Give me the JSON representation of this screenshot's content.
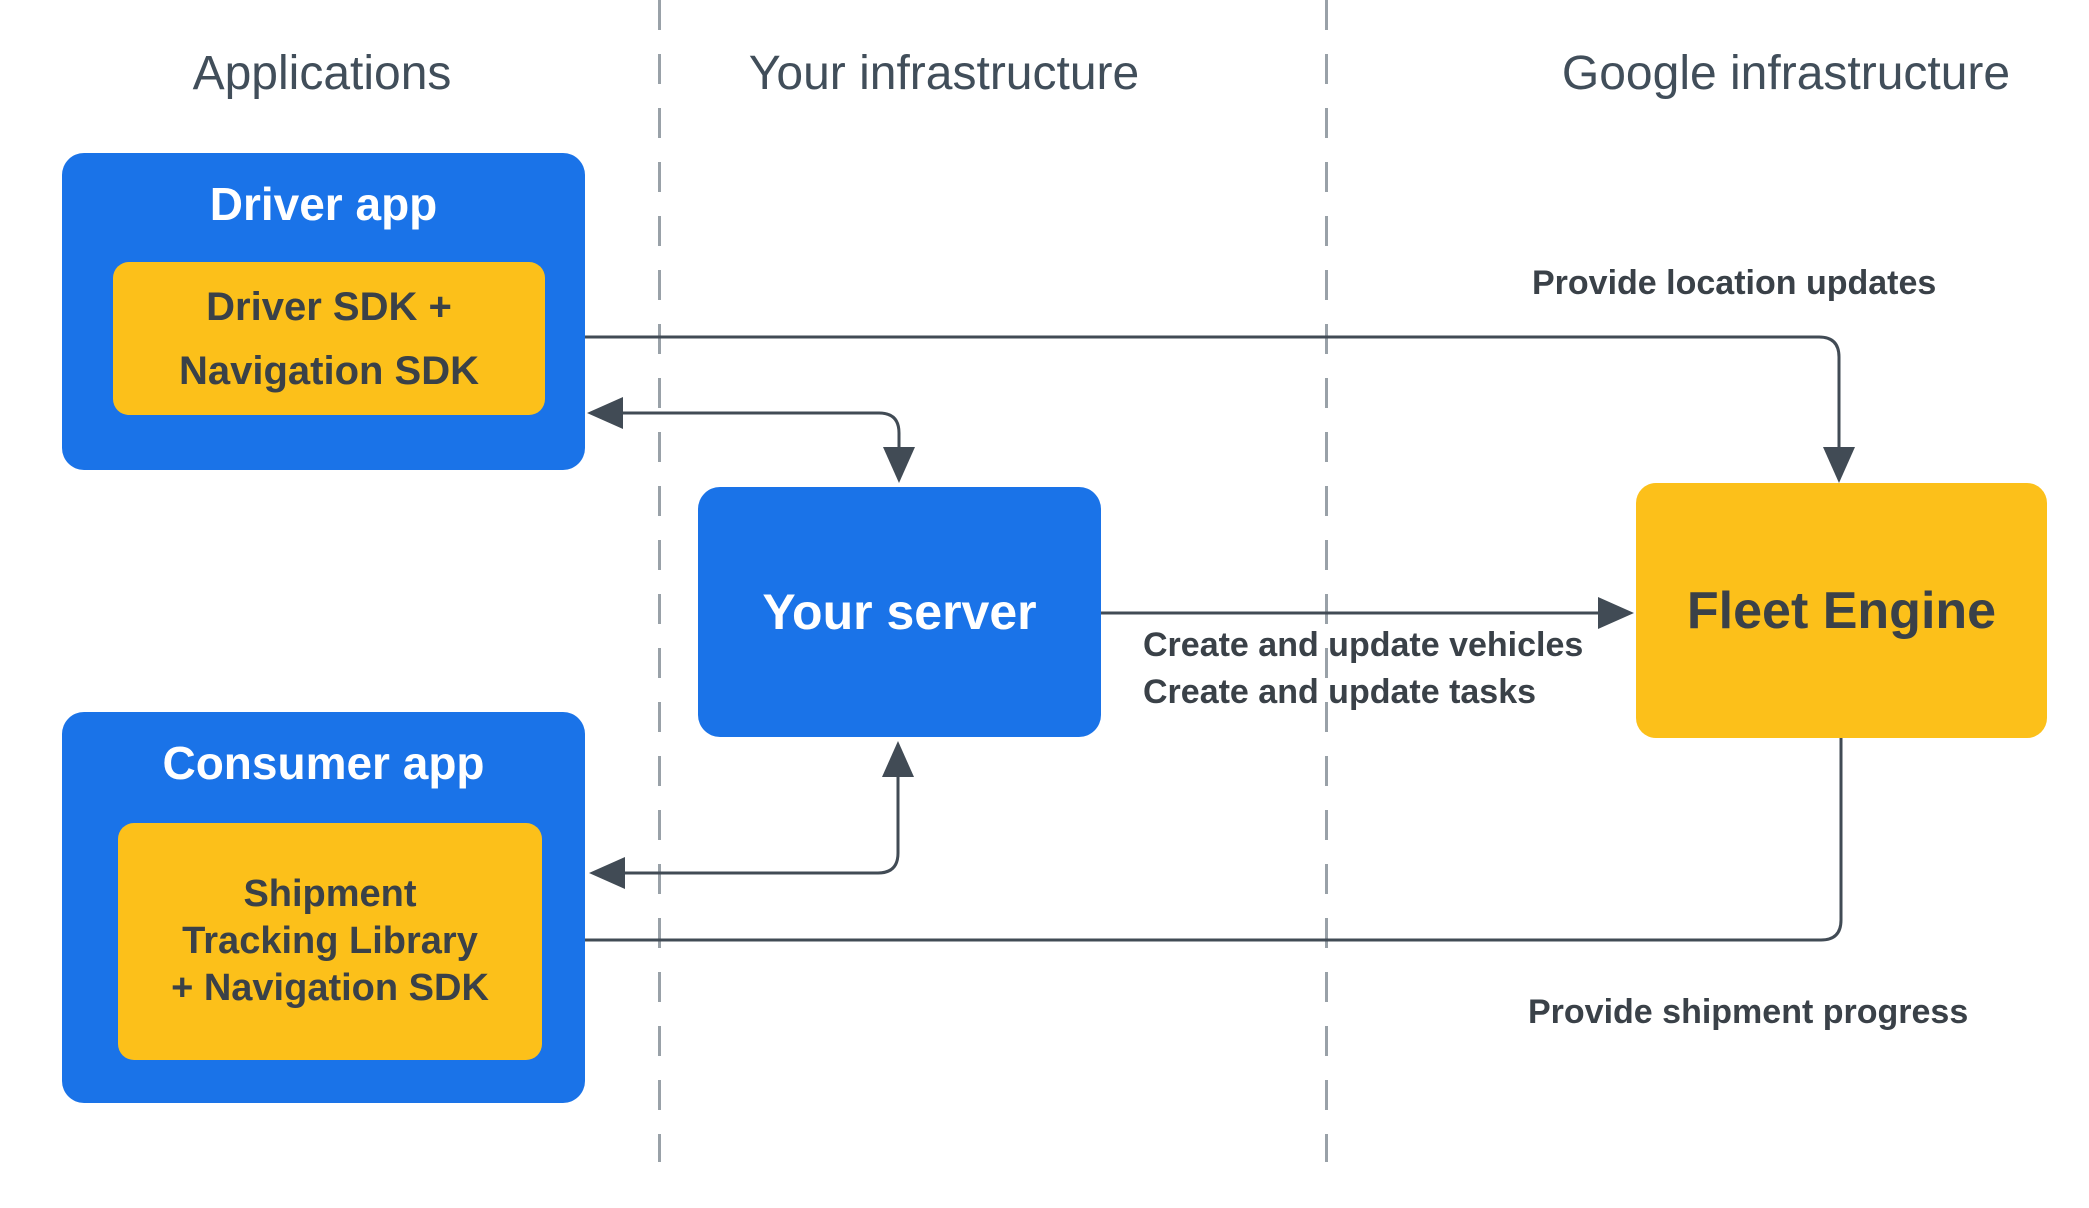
{
  "columns": [
    {
      "label": "Applications"
    },
    {
      "label": "Your infrastructure"
    },
    {
      "label": "Google infrastructure"
    }
  ],
  "nodes": {
    "driver_app": {
      "title": "Driver app",
      "sdk": {
        "lines": [
          "Driver SDK +",
          "Navigation SDK"
        ]
      }
    },
    "your_server": {
      "title": "Your server"
    },
    "fleet_engine": {
      "title": "Fleet Engine"
    },
    "consumer_app": {
      "title": "Consumer app",
      "sdk": {
        "lines": [
          "Shipment",
          "Tracking Library",
          "+ Navigation SDK"
        ]
      }
    }
  },
  "edges": {
    "provide_location_updates": {
      "label": "Provide location updates"
    },
    "create_update": {
      "lines": [
        "Create and update vehicles",
        "Create and update tasks"
      ]
    },
    "provide_shipment_progress": {
      "label": "Provide shipment progress"
    }
  },
  "colors": {
    "blue": "#1a73e8",
    "yellow": "#fcc01a",
    "text_dark": "#3a4148",
    "heading": "#414e5a",
    "connector": "#414b55",
    "dashed": "#99a1a8",
    "white": "#ffffff"
  }
}
